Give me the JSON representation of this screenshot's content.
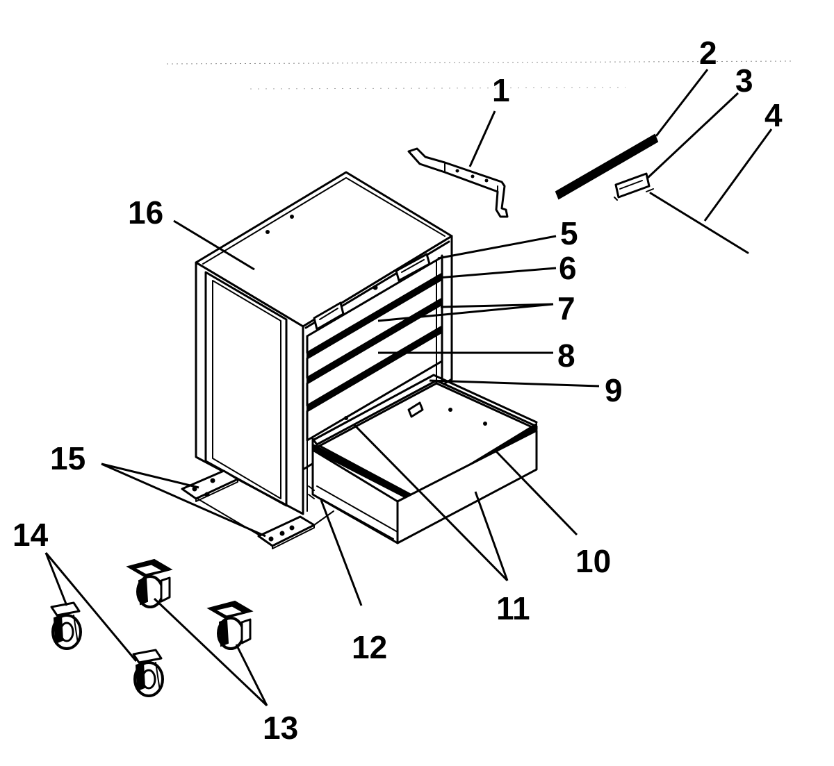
{
  "diagram": {
    "callouts": {
      "c1": "1",
      "c2": "2",
      "c3": "3",
      "c4": "4",
      "c5": "5",
      "c6": "6",
      "c7": "7",
      "c8": "8",
      "c9": "9",
      "c10": "10",
      "c11": "11",
      "c12": "12",
      "c13": "13",
      "c14": "14",
      "c15": "15",
      "c16": "16"
    }
  }
}
